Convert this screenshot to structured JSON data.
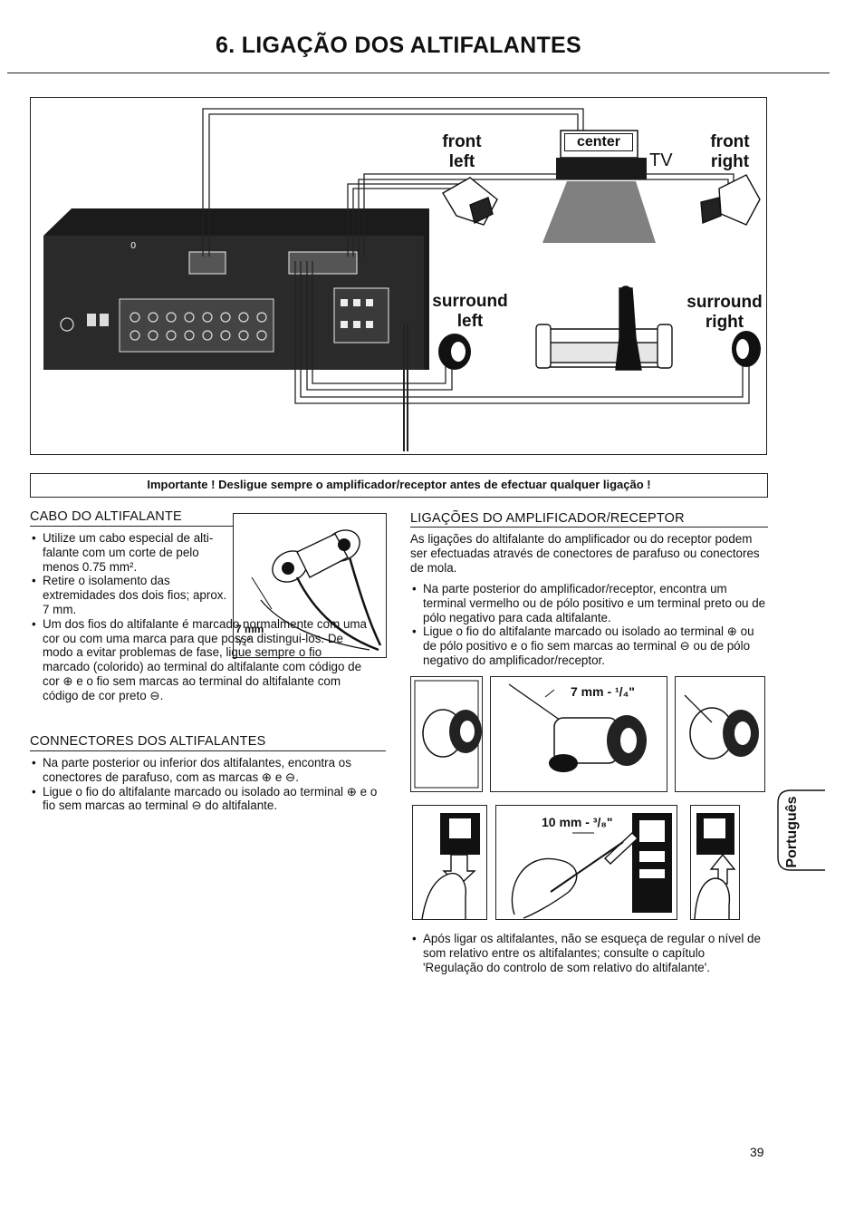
{
  "page": {
    "title": "6. LIGAÇÃO DOS ALTIFALANTES",
    "page_number": "39",
    "side_tab": "Português"
  },
  "diagram": {
    "front_left": [
      "front",
      "left"
    ],
    "center": "center",
    "tv": "TV",
    "front_right": [
      "front",
      "right"
    ],
    "surround_left": [
      "surround",
      "left"
    ],
    "surround_right": [
      "surround",
      "right"
    ]
  },
  "important": "Importante ! Desligue sempre o amplificador/receptor antes de efectuar qualquer ligação !",
  "cabo": {
    "heading": "CABO DO ALTIFALANTE",
    "items": [
      "Utilize um cabo especial de alti-falante com um corte de pelo menos 0.75 mm².",
      "Retire o isolamento das extremidades dos dois fios; aprox. 7 mm.",
      "Um dos fios do altifalante é marcado normalmente com uma cor ou com uma marca para que possa distingui-los. De modo a evitar problemas de fase, ligue sempre o fio marcado (colorido) ao terminal do altifalante com código de cor ⊕ e o fio sem marcas ao terminal do altifalante com código de cor preto ⊖."
    ],
    "fig_label_mm": "7 mm",
    "fig_label_in": "¹/₄\""
  },
  "connectores": {
    "heading": "CONNECTORES DOS ALTIFALANTES",
    "items": [
      "Na parte posterior ou inferior dos altifalantes, encontra os conectores de parafuso, com as marcas ⊕ e ⊖.",
      "Ligue o fio do altifalante marcado ou isolado ao terminal ⊕ e o fio sem marcas ao terminal ⊖ do altifalante."
    ]
  },
  "ligacoes": {
    "heading": "LIGAÇÕES DO AMPLIFICADOR/RECEPTOR",
    "intro": "As ligações do altifalante do amplificador ou do receptor podem ser efectuadas através de conectores de parafuso ou conectores de mola.",
    "items": [
      "Na parte posterior do amplificador/receptor, encontra um terminal vermelho ou de pólo positivo e um terminal preto ou de pólo negativo para cada altifalante.",
      "Ligue o fio do altifalante marcado ou isolado ao terminal ⊕ ou de pólo positivo e o fio sem marcas ao terminal ⊖ ou de pólo negativo do amplificador/receptor."
    ],
    "fig1_label": "7 mm - ¹/₄\"",
    "fig2_label": "10 mm - ³/₈\"",
    "footer_item": "Após ligar os altifalantes, não se esqueça de regular o nível de som relativo entre os altifalantes; consulte o capítulo 'Regulação do controlo de som relativo do altifalante'."
  }
}
